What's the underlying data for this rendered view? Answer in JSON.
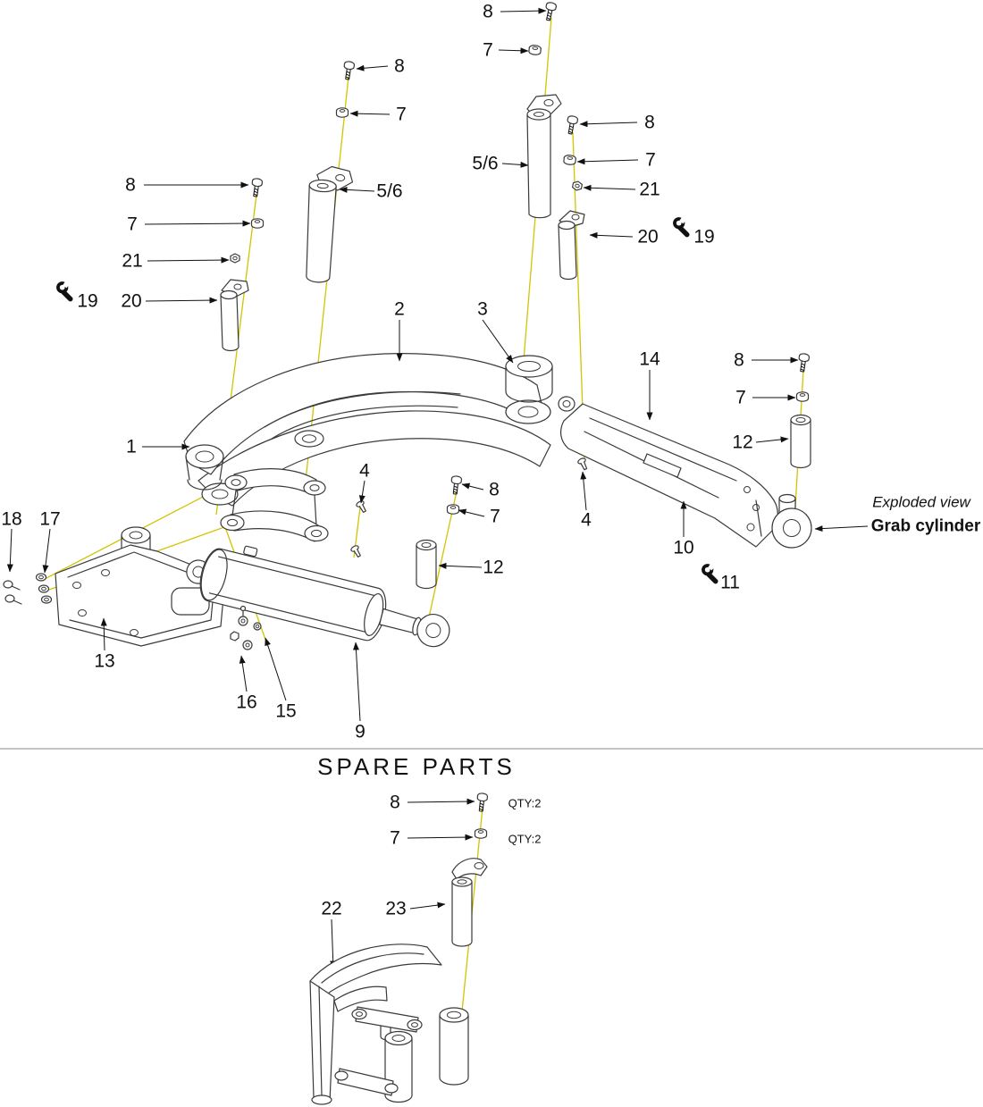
{
  "document": {
    "type": "exploded-parts-diagram",
    "view_note": "Exploded view",
    "assembly_name": "Grab cylinder"
  },
  "colors": {
    "line_color": "#3a3a3a",
    "leader_color": "#111111",
    "construction_line_color": "#d2c400"
  },
  "icons": {
    "wrench": "open-end-wrench-icon (tool callout for items 19 and 11)"
  },
  "callouts": [
    {
      "id": "callout-8-top",
      "text": "8"
    },
    {
      "id": "callout-7-top",
      "text": "7"
    },
    {
      "id": "callout-8-upper-left",
      "text": "8"
    },
    {
      "id": "callout-7-upper-left",
      "text": "7"
    },
    {
      "id": "callout-5-6-right",
      "text": "5/6"
    },
    {
      "id": "callout-8-right-column",
      "text": "8"
    },
    {
      "id": "callout-7-right-column",
      "text": "7"
    },
    {
      "id": "callout-21-right",
      "text": "21"
    },
    {
      "id": "callout-20-right",
      "text": "20"
    },
    {
      "id": "callout-19-right",
      "text": "19"
    },
    {
      "id": "callout-8-left-column",
      "text": "8"
    },
    {
      "id": "callout-7-left-column",
      "text": "7"
    },
    {
      "id": "callout-21-left",
      "text": "21"
    },
    {
      "id": "callout-19-left",
      "text": "19"
    },
    {
      "id": "callout-20-left",
      "text": "20"
    },
    {
      "id": "callout-5-6-left",
      "text": "5/6"
    },
    {
      "id": "callout-2",
      "text": "2"
    },
    {
      "id": "callout-3",
      "text": "3"
    },
    {
      "id": "callout-14",
      "text": "14"
    },
    {
      "id": "callout-8-far-right",
      "text": "8"
    },
    {
      "id": "callout-7-far-right",
      "text": "7"
    },
    {
      "id": "callout-12-right",
      "text": "12"
    },
    {
      "id": "callout-1",
      "text": "1"
    },
    {
      "id": "callout-4-left",
      "text": "4"
    },
    {
      "id": "callout-8-mid",
      "text": "8"
    },
    {
      "id": "callout-7-mid",
      "text": "7"
    },
    {
      "id": "callout-4-right",
      "text": "4"
    },
    {
      "id": "callout-12-mid",
      "text": "12"
    },
    {
      "id": "callout-10",
      "text": "10"
    },
    {
      "id": "callout-11",
      "text": "11"
    },
    {
      "id": "note-exploded-view",
      "text": "Exploded view"
    },
    {
      "id": "note-grab-cylinder",
      "text": "Grab cylinder"
    },
    {
      "id": "callout-18",
      "text": "18"
    },
    {
      "id": "callout-17",
      "text": "17"
    },
    {
      "id": "callout-13",
      "text": "13"
    },
    {
      "id": "callout-16",
      "text": "16"
    },
    {
      "id": "callout-15",
      "text": "15"
    },
    {
      "id": "callout-9",
      "text": "9"
    },
    {
      "id": "spare-parts-heading",
      "text": "SPARE PARTS"
    },
    {
      "id": "callout-8-spare",
      "text": "8"
    },
    {
      "id": "qty-8-spare",
      "text": "QTY:2"
    },
    {
      "id": "callout-7-spare",
      "text": "7"
    },
    {
      "id": "qty-7-spare",
      "text": "QTY:2"
    },
    {
      "id": "callout-22",
      "text": "22"
    },
    {
      "id": "callout-23",
      "text": "23"
    }
  ]
}
